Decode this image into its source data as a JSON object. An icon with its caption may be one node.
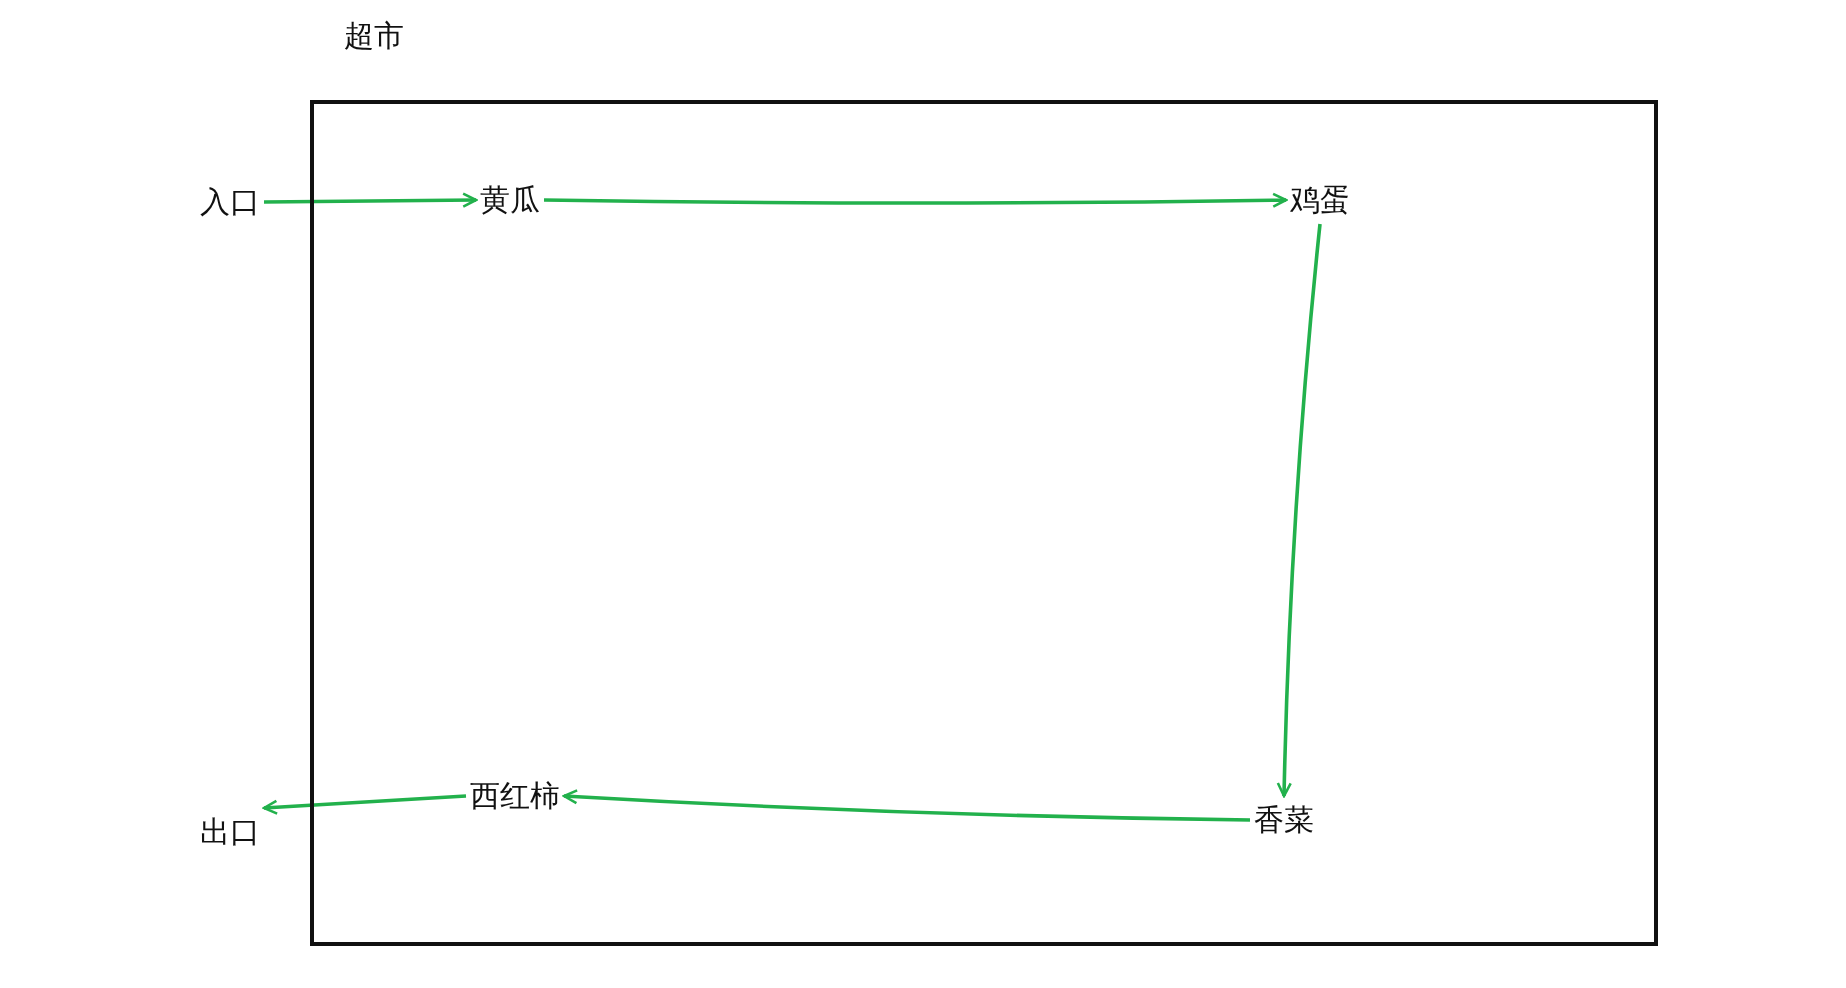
{
  "diagram": {
    "nodes": [
      {
        "text": [
          "超市"
        ]
      },
      {
        "text": [
          "入口"
        ]
      },
      {
        "text": [
          "黄瓜"
        ],
        "in": 0
      },
      {
        "text": [
          "鸡蛋"
        ],
        "in": 0
      },
      {
        "text": [
          "香菜"
        ],
        "in": 0
      },
      {
        "text": [
          "西红柿"
        ],
        "in": 0
      },
      {
        "text": [
          "出口"
        ]
      }
    ],
    "edges": [
      {
        "from": 1,
        "to": 2,
        "arrow": "to"
      },
      {
        "from": 2,
        "to": 3,
        "arrow": "to"
      },
      {
        "from": 3,
        "to": 4,
        "arrow": "to"
      },
      {
        "from": 4,
        "to": 5,
        "arrow": "to"
      },
      {
        "from": 5,
        "to": 6,
        "arrow": "to"
      }
    ]
  }
}
